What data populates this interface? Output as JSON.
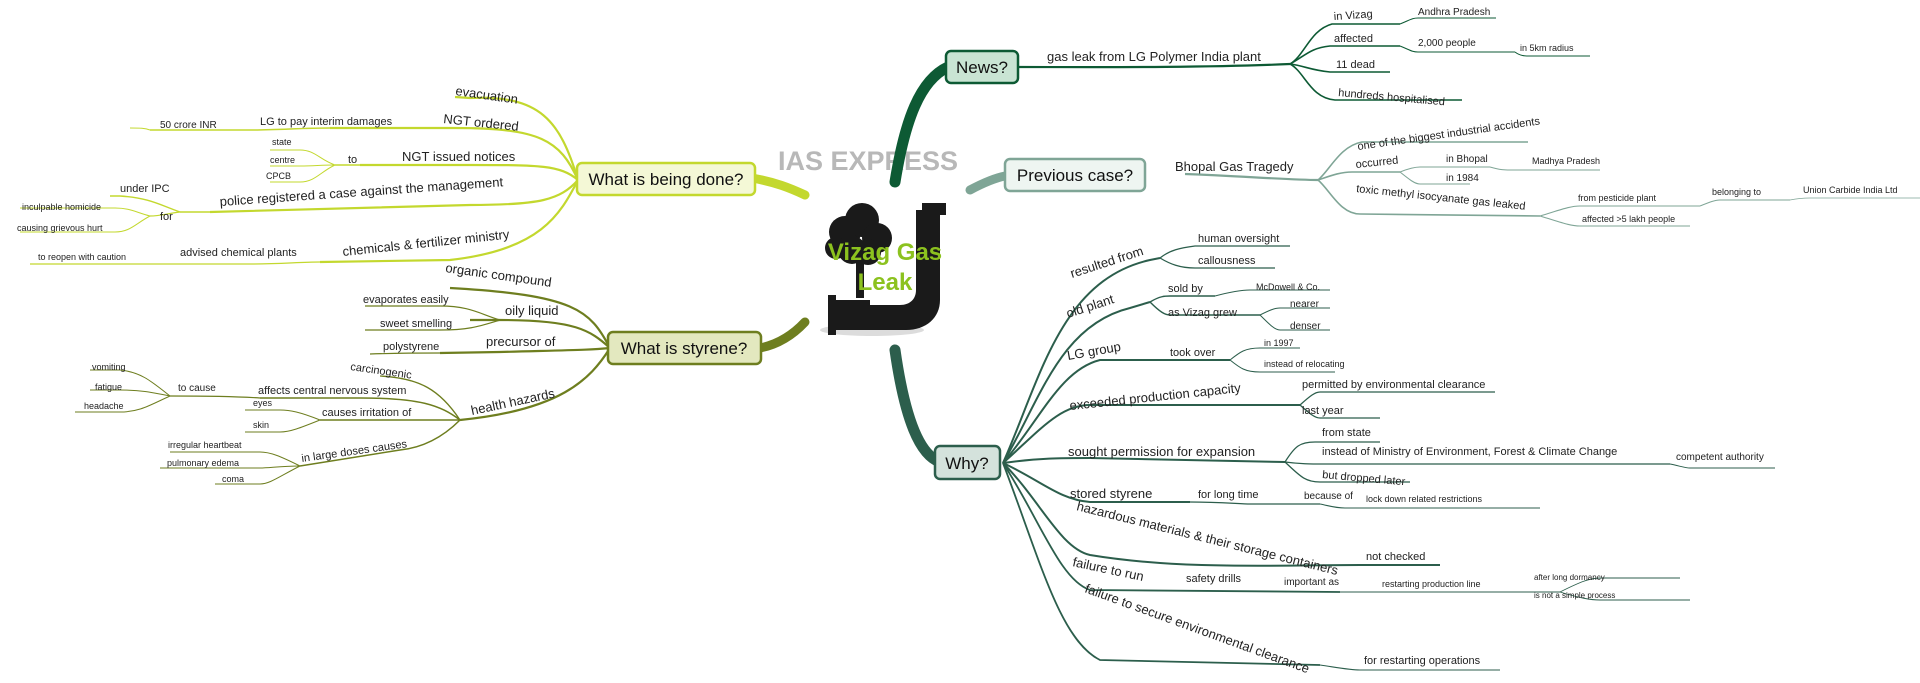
{
  "watermark": "IAS EXPRESS",
  "central": {
    "line1": "Vizag Gas",
    "line2": "Leak",
    "icon": "gas-leak-pipe-icon"
  },
  "colors": {
    "news": "#0d5a34",
    "previous": "#7fa596",
    "why": "#2c5e4c",
    "done": "#c3d82e",
    "styrene": "#6e7e1f",
    "central_text": "#8cc21f"
  },
  "topics": {
    "news": "News?",
    "previous": "Previous case?",
    "why": "Why?",
    "done": "What is being done?",
    "styrene": "What is styrene?"
  },
  "news": {
    "main": "gas leak from LG Polymer India plant",
    "in_vizag": "in Vizag",
    "andhra": "Andhra Pradesh",
    "affected": "affected",
    "people": "2,000 people",
    "radius": "in 5km radius",
    "dead": "11 dead",
    "hospitalised": "hundreds hospitalised"
  },
  "previous": {
    "main": "Bhopal Gas Tragedy",
    "biggest": "one of the biggest industrial accidents",
    "occurred": "occurred",
    "bhopal": "in Bhopal",
    "mp": "Madhya Pradesh",
    "year": "in 1984",
    "toxic": "toxic methyl isocyanate gas leaked",
    "pesticide": "from pesticide plant",
    "belonging": "belonging to",
    "union": "Union Carbide India Ltd",
    "lakh": "affected >5 lakh people"
  },
  "why": {
    "resulted": "resulted from",
    "oversight": "human oversight",
    "callous": "callousness",
    "old": "old plant",
    "sold": "sold by",
    "mcd": "McDowell & Co.",
    "grew": "as Vizag grew",
    "nearer": "nearer",
    "denser": "denser",
    "lg": "LG group",
    "took": "took over",
    "y1997": "in 1997",
    "instead_reloc": "instead of relocating",
    "exceeded": "exceeded production capacity",
    "permitted": "permitted by environmental clearance",
    "lastyear": "last year",
    "sought": "sought permission for expansion",
    "fromstate": "from state",
    "ministry": "instead of Ministry of Environment, Forest & Climate Change",
    "competent": "competent authority",
    "dropped": "but dropped later",
    "stored": "stored styrene",
    "longtime": "for long time",
    "because": "because of",
    "lockdown": "lock down related restrictions",
    "hazard": "hazardous materials & their storage containers",
    "notchecked": "not checked",
    "failrun": "failure to run",
    "drills": "safety drills",
    "important": "important as",
    "restart": "restarting production line",
    "dormancy": "after long dormancy",
    "simple": "is not a simple process",
    "failsecure": "failure to secure environmental clearance",
    "restartops": "for restarting operations"
  },
  "done": {
    "evac": "evacuation",
    "ngt": "NGT ordered",
    "lgpay": "LG to pay interim damages",
    "crore": "50 crore INR",
    "notices": "NGT issued notices",
    "to": "to",
    "state": "state",
    "centre": "centre",
    "cpcb": "CPCB",
    "police": "police registered a case against the management",
    "ipc": "under IPC",
    "for": "for",
    "homicide": "inculpable homicide",
    "hurt": "causing grievous hurt",
    "chem": "chemicals & fertilizer ministry",
    "advised": "advised chemical plants",
    "reopen": "to reopen with caution"
  },
  "styrene": {
    "organic": "organic compound",
    "oily": "oily liquid",
    "evap": "evaporates easily",
    "sweet": "sweet smelling",
    "precursor": "precursor of",
    "polystyrene": "polystyrene",
    "health": "health hazards",
    "carcino": "carcinogenic",
    "cns": "affects central nervous system",
    "tocause": "to cause",
    "vomiting": "vomiting",
    "fatigue": "fatigue",
    "headache": "headache",
    "irritation": "causes irritation of",
    "eyes": "eyes",
    "skin": "skin",
    "large": "in large doses causes",
    "heartbeat": "irregular heartbeat",
    "edema": "pulmonary edema",
    "coma": "coma"
  }
}
